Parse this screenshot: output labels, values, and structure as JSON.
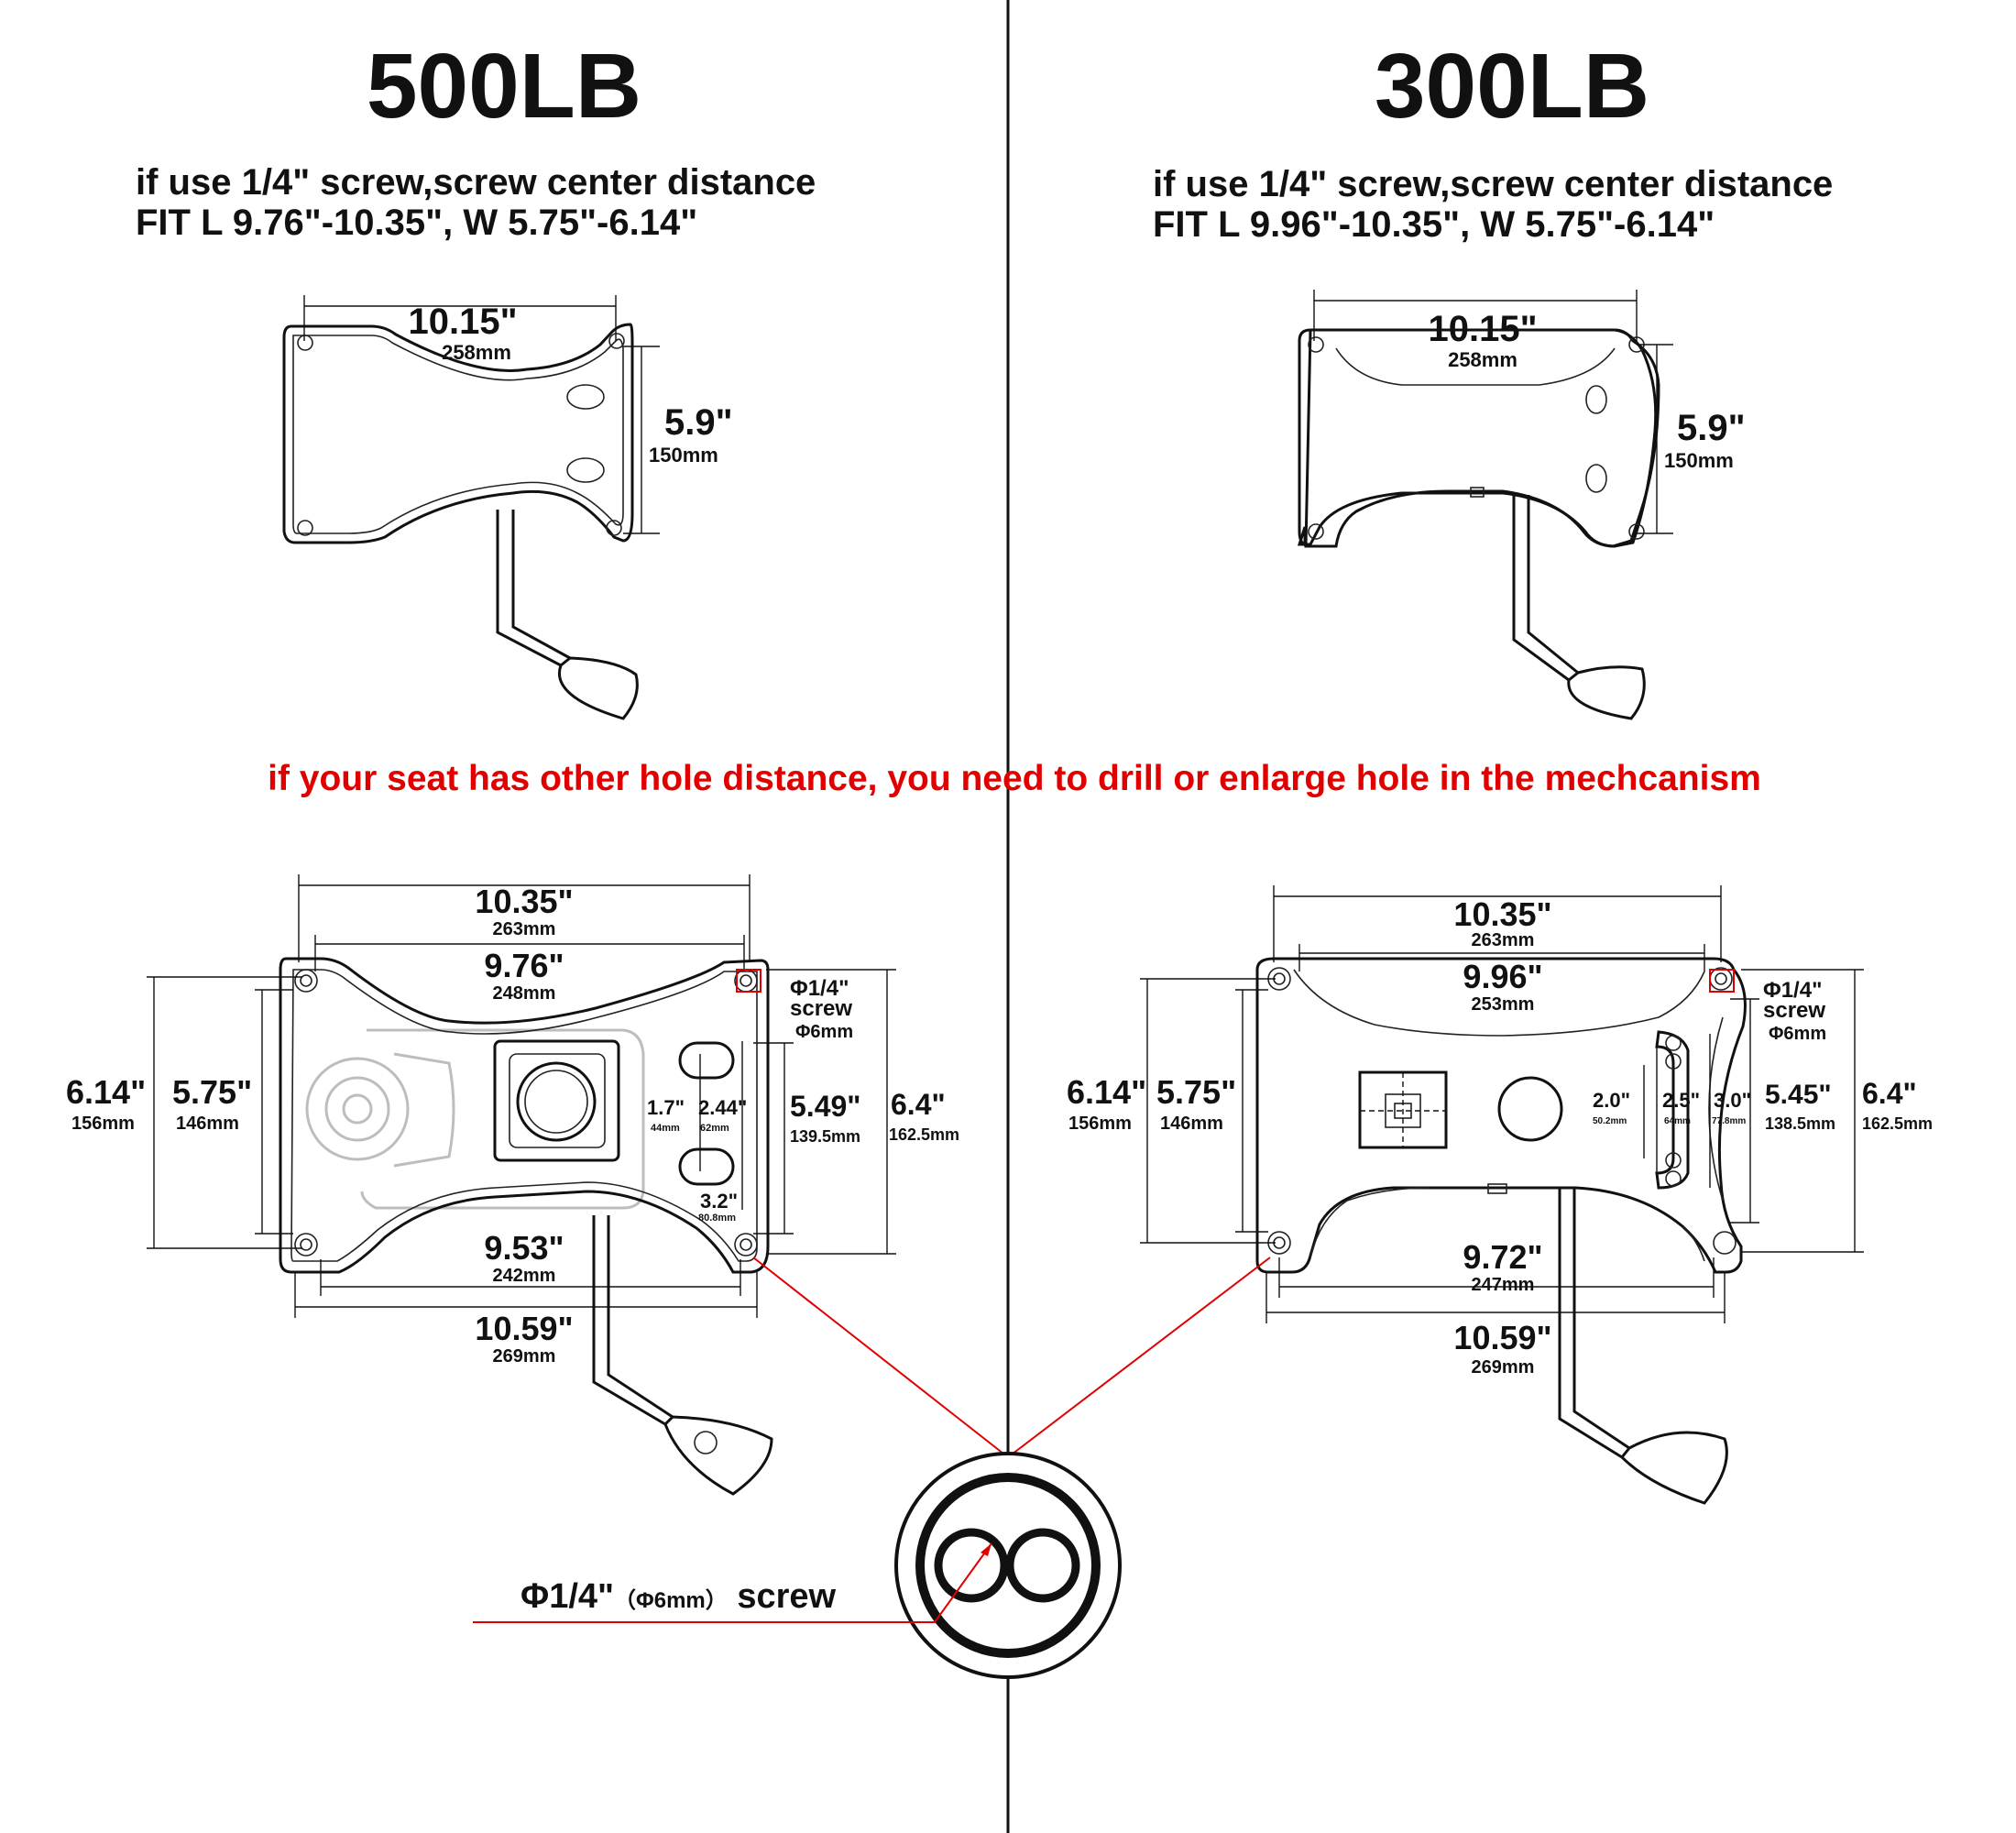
{
  "left": {
    "title": "500LB",
    "note_line1": "if use 1/4\" screw,screw center distance",
    "note_line2": "FIT  L 9.76\"-10.35\", W 5.75\"-6.14\"",
    "top_width_in": "10.15\"",
    "top_width_mm": "258mm",
    "top_height_in": "5.9\"",
    "top_height_mm": "150mm",
    "b_outer_width_in": "10.35\"",
    "b_outer_width_mm": "263mm",
    "b_inner_width_in": "9.76\"",
    "b_inner_width_mm": "248mm",
    "b_low_inner_in": "9.53\"",
    "b_low_inner_mm": "242mm",
    "b_low_outer_in": "10.59\"",
    "b_low_outer_mm": "269mm",
    "b_h_outer_in": "6.14\"",
    "b_h_outer_mm": "156mm",
    "b_h_inner_in": "5.75\"",
    "b_h_inner_mm": "146mm",
    "b_h_right_in": "5.49\"",
    "b_h_right_mm": "139.5mm",
    "b_h_full_in": "6.4\"",
    "b_h_full_mm": "162.5mm",
    "slot_a_in": "1.7\"",
    "slot_a_mm": "44mm",
    "slot_b_in": "2.44\"",
    "slot_b_mm": "62mm",
    "slot_c_in": "3.2\"",
    "slot_c_mm": "80.8mm",
    "screw_l1": "Φ1/4\"",
    "screw_l2": "screw",
    "screw_l3": "Φ6mm"
  },
  "right": {
    "title": "300LB",
    "note_line1": "if use 1/4\" screw,screw center distance",
    "note_line2": "FIT  L 9.96\"-10.35\", W 5.75\"-6.14\"",
    "top_width_in": "10.15\"",
    "top_width_mm": "258mm",
    "top_height_in": "5.9\"",
    "top_height_mm": "150mm",
    "b_outer_width_in": "10.35\"",
    "b_outer_width_mm": "263mm",
    "b_inner_width_in": "9.96\"",
    "b_inner_width_mm": "253mm",
    "b_low_inner_in": "9.72\"",
    "b_low_inner_mm": "247mm",
    "b_low_outer_in": "10.59\"",
    "b_low_outer_mm": "269mm",
    "b_h_outer_in": "6.14\"",
    "b_h_outer_mm": "156mm",
    "b_h_inner_in": "5.75\"",
    "b_h_inner_mm": "146mm",
    "b_h_right_in": "5.45\"",
    "b_h_right_mm": "138.5mm",
    "b_h_full_in": "6.4\"",
    "b_h_full_mm": "162.5mm",
    "slot_a_in": "2.0\"",
    "slot_a_mm": "50.2mm",
    "slot_b_in": "2.5\"",
    "slot_b_mm": "64mm",
    "slot_c_in": "3.0\"",
    "slot_c_mm": "77.8mm",
    "screw_l1": "Φ1/4\"",
    "screw_l2": "screw",
    "screw_l3": "Φ6mm"
  },
  "warning": "if your seat has other hole distance, you need to drill or enlarge hole in the mechcanism",
  "callout_main": "Φ1/4\"",
  "callout_sub": "（Φ6mm）",
  "callout_tail": " screw",
  "colors": {
    "line": "#111111",
    "accent": "#e00000",
    "ghost": "#bdbdbd"
  }
}
